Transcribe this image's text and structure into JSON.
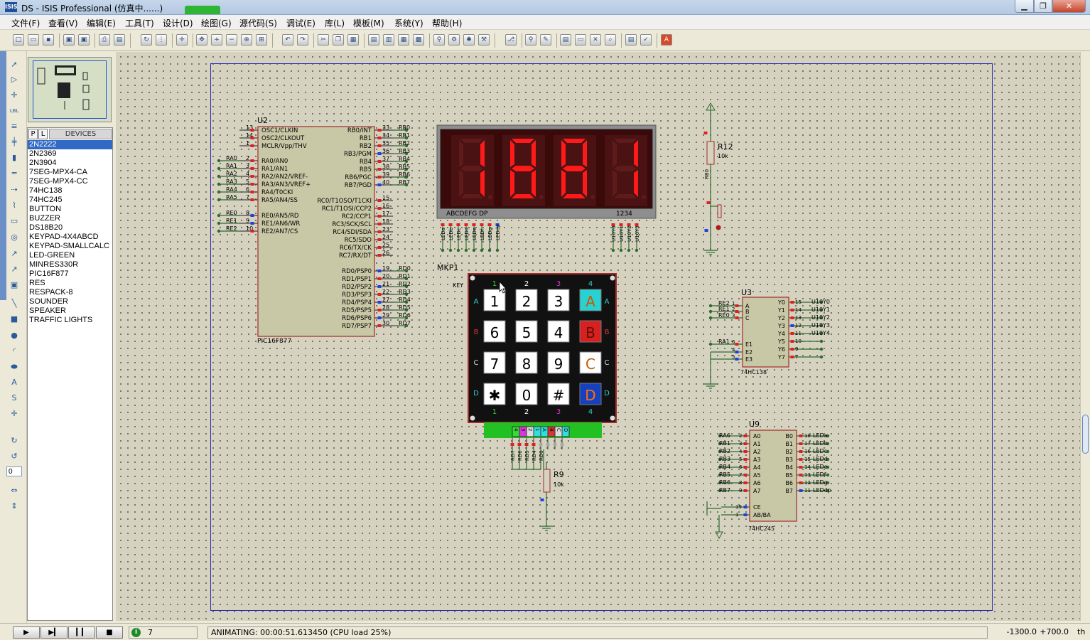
{
  "window": {
    "app_icon": "ISIS",
    "title": "DS - ISIS Professional (仿真中......)",
    "min_label": "▁",
    "max_label": "❐",
    "close_label": "✕"
  },
  "menu": [
    "文件(F)",
    "查看(V)",
    "编辑(E)",
    "工具(T)",
    "设计(D)",
    "绘图(G)",
    "源代码(S)",
    "调试(E)",
    "库(L)",
    "模板(M)",
    "系统(Y)",
    "帮助(H)"
  ],
  "devices": {
    "tab_p": "P",
    "tab_l": "L",
    "header": "DEVICES",
    "selected_index": 0,
    "items": [
      "2N2222",
      "2N2369",
      "2N3904",
      "7SEG-MPX4-CA",
      "7SEG-MPX4-CC",
      "74HC138",
      "74HC245",
      "BUTTON",
      "BUZZER",
      "DS18B20",
      "KEYPAD-4X4ABCD",
      "KEYPAD-SMALLCALC",
      "LED-GREEN",
      "MINRES330R",
      "PIC16F877",
      "RES",
      "RESPACK-8",
      "SOUNDER",
      "SPEAKER",
      "TRAFFIC LIGHTS"
    ]
  },
  "tools": {
    "angle_value": "0"
  },
  "schematic": {
    "u2": {
      "ref": "U2",
      "part": "PIC16F877",
      "left_pins": [
        {
          "num": "13",
          "name": "OSC1/CLKIN",
          "net": ""
        },
        {
          "num": "14",
          "name": "OSC2/CLKOUT",
          "net": ""
        },
        {
          "num": "1",
          "name": "MCLR/Vpp/THV",
          "net": ""
        },
        {
          "num": "2",
          "name": "RA0/AN0",
          "net": "RA0"
        },
        {
          "num": "3",
          "name": "RA1/AN1",
          "net": "RA1"
        },
        {
          "num": "4",
          "name": "RA2/AN2/VREF-",
          "net": "RA2"
        },
        {
          "num": "5",
          "name": "RA3/AN3/VREF+",
          "net": "RA3"
        },
        {
          "num": "6",
          "name": "RA4/T0CKI",
          "net": "RA4"
        },
        {
          "num": "7",
          "name": "RA5/AN4/SS",
          "net": "RA5"
        },
        {
          "num": "8",
          "name": "RE0/AN5/RD",
          "net": "RE0"
        },
        {
          "num": "9",
          "name": "RE1/AN6/WR",
          "net": "RE1"
        },
        {
          "num": "10",
          "name": "RE2/AN7/CS",
          "net": "RE2"
        }
      ],
      "right_pins": [
        {
          "num": "33",
          "name": "RB0/INT",
          "net": "RB0"
        },
        {
          "num": "34",
          "name": "RB1",
          "net": "RB1"
        },
        {
          "num": "35",
          "name": "RB2",
          "net": "RB2"
        },
        {
          "num": "36",
          "name": "RB3/PGM",
          "net": "RB3"
        },
        {
          "num": "37",
          "name": "RB4",
          "net": "RB4"
        },
        {
          "num": "38",
          "name": "RB5",
          "net": "RB5"
        },
        {
          "num": "39",
          "name": "RB6/PGC",
          "net": "RB6"
        },
        {
          "num": "40",
          "name": "RB7/PGD",
          "net": "RB7"
        },
        {
          "num": "15",
          "name": "RC0/T1OSO/T1CKI",
          "net": ""
        },
        {
          "num": "16",
          "name": "RC1/T1OSI/CCP2",
          "net": ""
        },
        {
          "num": "17",
          "name": "RC2/CCP1",
          "net": ""
        },
        {
          "num": "18",
          "name": "RC3/SCK/SCL",
          "net": ""
        },
        {
          "num": "23",
          "name": "RC4/SDI/SDA",
          "net": ""
        },
        {
          "num": "24",
          "name": "RC5/SDO",
          "net": ""
        },
        {
          "num": "25",
          "name": "RC6/TX/CK",
          "net": ""
        },
        {
          "num": "26",
          "name": "RC7/RX/DT",
          "net": ""
        },
        {
          "num": "19",
          "name": "RD0/PSP0",
          "net": "RD0"
        },
        {
          "num": "20",
          "name": "RD1/PSP1",
          "net": "RD1"
        },
        {
          "num": "21",
          "name": "RD2/PSP2",
          "net": "RD2"
        },
        {
          "num": "22",
          "name": "RD3/PSP3",
          "net": "RD3"
        },
        {
          "num": "27",
          "name": "RD4/PSP4",
          "net": "RD4"
        },
        {
          "num": "28",
          "name": "RD5/PSP5",
          "net": "RD5"
        },
        {
          "num": "29",
          "name": "RD6/PSP6",
          "net": "RD6"
        },
        {
          "num": "30",
          "name": "RD7/PSP7",
          "net": "RD7"
        }
      ]
    },
    "display": {
      "digits": [
        "1",
        "8",
        "8",
        "1"
      ],
      "seg_label": "ABCDEFG  DP",
      "com_label": "1234",
      "led_nets": [
        "LEDa",
        "LEDb",
        "LEDc",
        "LEDd",
        "LEDe",
        "LEDf",
        "LEDg",
        "LEDdp"
      ],
      "com_nets": [
        "U10Y0",
        "U10Y1",
        "U10Y2",
        "U10Y3"
      ]
    },
    "r12": {
      "ref": "R12",
      "value": "10k",
      "net": "RB0"
    },
    "keypad": {
      "ref": "MKP1",
      "label": "KEY",
      "col_labels": [
        "1",
        "2",
        "3",
        "4"
      ],
      "row_labels": [
        "A",
        "B",
        "C",
        "D"
      ],
      "keys": [
        [
          "1",
          "2",
          "3",
          "A"
        ],
        [
          "6",
          "5",
          "4",
          "B"
        ],
        [
          "7",
          "8",
          "9",
          "C"
        ],
        [
          "✱",
          "0",
          "#",
          "D"
        ]
      ],
      "connector": [
        "4",
        "3",
        "2",
        "1",
        "A",
        "B",
        "C",
        "D"
      ],
      "nets": [
        "RD7",
        "RD6",
        "RD5",
        "RD4",
        "RD0"
      ]
    },
    "r9": {
      "ref": "R9",
      "value": "10k"
    },
    "u3": {
      "ref": "U3",
      "part": "74HC138",
      "in_pins": [
        {
          "num": "1",
          "name": "A",
          "net": "RE2"
        },
        {
          "num": "2",
          "name": "B",
          "net": "RE1"
        },
        {
          "num": "3",
          "name": "C",
          "net": "RE0"
        },
        {
          "num": "6",
          "name": "E1",
          "net": "RA1"
        },
        {
          "num": "4",
          "name": "E2",
          "net": ""
        },
        {
          "num": "5",
          "name": "E3",
          "net": ""
        }
      ],
      "out_pins": [
        {
          "num": "15",
          "name": "Y0",
          "net": "U10Y0"
        },
        {
          "num": "14",
          "name": "Y1",
          "net": "U10Y1"
        },
        {
          "num": "13",
          "name": "Y2",
          "net": "U10Y2"
        },
        {
          "num": "12",
          "name": "Y3",
          "net": "U10Y3"
        },
        {
          "num": "11",
          "name": "Y4",
          "net": "U10Y4"
        },
        {
          "num": "10",
          "name": "Y5",
          "net": ""
        },
        {
          "num": "9",
          "name": "Y6",
          "net": ""
        },
        {
          "num": "7",
          "name": "Y7",
          "net": ""
        }
      ]
    },
    "u9": {
      "ref": "U9",
      "part": "74HC245",
      "in_pins": [
        {
          "num": "2",
          "name": "A0",
          "net": "RA6"
        },
        {
          "num": "3",
          "name": "A1",
          "net": "RB1"
        },
        {
          "num": "4",
          "name": "A2",
          "net": "RB2"
        },
        {
          "num": "5",
          "name": "A3",
          "net": "RB3"
        },
        {
          "num": "6",
          "name": "A4",
          "net": "RB4"
        },
        {
          "num": "7",
          "name": "A5",
          "net": "RB5"
        },
        {
          "num": "8",
          "name": "A6",
          "net": "RB6"
        },
        {
          "num": "9",
          "name": "A7",
          "net": "RB7"
        }
      ],
      "ctrl_pins": [
        {
          "num": "19",
          "name": "CE"
        },
        {
          "num": "1",
          "name": "AB/BA"
        }
      ],
      "out_pins": [
        {
          "num": "18",
          "name": "B0",
          "net": "LEDa"
        },
        {
          "num": "17",
          "name": "B1",
          "net": "LEDb"
        },
        {
          "num": "16",
          "name": "B2",
          "net": "LEDc"
        },
        {
          "num": "15",
          "name": "B3",
          "net": "LEDd"
        },
        {
          "num": "14",
          "name": "B4",
          "net": "LEDe"
        },
        {
          "num": "13",
          "name": "B5",
          "net": "LEDf"
        },
        {
          "num": "12",
          "name": "B6",
          "net": "LEDg"
        },
        {
          "num": "11",
          "name": "B7",
          "net": "LEDdp"
        }
      ]
    }
  },
  "status": {
    "btn_play": "▶",
    "btn_step": "▶▎",
    "btn_pause": "▎▎",
    "btn_stop": "■",
    "messages": "7 Message(s)",
    "animating": "ANIMATING: 00:00:51.613450 (CPU load 25%)",
    "coord_x": "-1300.0",
    "coord_y": "+700.0",
    "coord_unit": "th"
  },
  "colors": {
    "canvas": "#d6d2c0",
    "wire": "#2d6b2d",
    "chip_fill": "#c9c8a6",
    "chip_border": "#a22b2b",
    "segment_on": "#ff1a1a",
    "pin_high": "#e02020",
    "pin_low": "#2040e0"
  }
}
